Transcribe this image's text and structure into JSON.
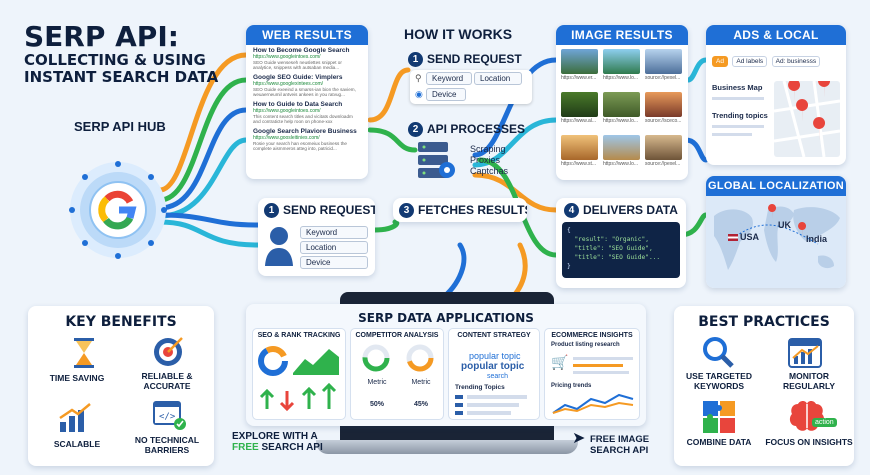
{
  "title": {
    "line1": "SERP API:",
    "line2": "COLLECTING & USING",
    "line3": "INSTANT SEARCH DATA"
  },
  "hub": {
    "label": "SERP API HUB"
  },
  "web_results": {
    "header": "WEB RESULTS",
    "items": [
      {
        "title": "How to Become Google Search",
        "url": "https://www.googleintoes.com/",
        "desc": "SEO Guide wenseseh neuslettes snippet or analytice, snippess with autsaban media..."
      },
      {
        "title": "Google SEO Guide: Vimplers",
        "url": "https://www.googlexintees.com/",
        "desc": "SEO Guide exeeind a smarss-ian bion the saviem, weuaerneumil antveis ankees in you ratvug..."
      },
      {
        "title": "How to Guide to Data Search",
        "url": "https://www.googleintoes.com/",
        "desc": "This content search titles and vicitats downloadm and contraticte help roon on phone-xxx"
      },
      {
        "title": "Google Search Plaviore Business",
        "url": "https://www.goosleitinies.com/",
        "desc": "Rosie your search han esomeiux business the complete aismmeros atteg into, patricid..."
      }
    ]
  },
  "how_it_works": {
    "title": "HOW IT WORKS",
    "step1": {
      "num": "1",
      "label": "SEND REQUEST",
      "keyword": "Keyword",
      "location": "Location",
      "device": "Device"
    },
    "step2": {
      "num": "2",
      "label": "API PROCESSES",
      "items": [
        "Scraping",
        "Proxies",
        "Captchas"
      ]
    }
  },
  "lower_steps": {
    "send": {
      "num": "1",
      "label": "SEND REQUEST",
      "fields": [
        "Keyword",
        "Location",
        "Device"
      ]
    },
    "fetch": {
      "num": "3",
      "label": "FETCHES RESULTS"
    },
    "deliver": {
      "num": "4",
      "label": "DELIVERS DATA",
      "json_lines": [
        "{",
        "  \"result\": \"Organic\",",
        "  \"title\": \"SEO Guide\",",
        "  \"title\": \"SEO Guide\"...",
        "}"
      ]
    }
  },
  "image_results": {
    "header": "IMAGE RESULTS",
    "captions": [
      "https://www.er...",
      "https://www.lo...",
      "source://pexel...",
      "https://www.al...",
      "https://www.lo...",
      "source://sceco...",
      "https://www.st...",
      "https://www.lo...",
      "source://pexel..."
    ]
  },
  "ads_local": {
    "header": "ADS & LOCAL",
    "tags": [
      "Ad",
      "Ad labels",
      "Ad: businesss"
    ],
    "business_map": "Business Map",
    "trending": "Trending topics"
  },
  "global": {
    "header": "GLOBAL LOCALIZATION",
    "usa": "USA",
    "uk": "UK",
    "india": "India"
  },
  "key_benefits": {
    "title": "KEY BENEFITS",
    "items": [
      "TIME SAVING",
      "RELIABLE & ACCURATE",
      "SCALABLE",
      "NO TECHNICAL BARRIERS"
    ]
  },
  "applications": {
    "title": "SERP DATA APPLICATIONS",
    "seo": {
      "title": "SEO & RANK TRACKING"
    },
    "competitor": {
      "title": "COMPETITOR ANALYSIS",
      "metric1": "Metric",
      "value1": "50%",
      "metric2": "Metric",
      "value2": "45%"
    },
    "content": {
      "title": "CONTENT STRATEGY",
      "words": [
        "popular topic",
        "popular topic",
        "search"
      ],
      "trending": "Trending Topics"
    },
    "ecommerce": {
      "title": "ECOMMERCE INSIGHTS",
      "product": "Product listing research",
      "pricing": "Pricing trends"
    }
  },
  "explore": {
    "line1": "EXPLORE WITH A",
    "free": "FREE",
    "line2": "SEARCH API"
  },
  "free_image": {
    "line1": "FREE IMAGE",
    "line2": "SEARCH API"
  },
  "best_practices": {
    "title": "BEST PRACTICES",
    "items": [
      "USE TARGETED KEYWORDS",
      "MONITOR REGULARLY",
      "COMBINE DATA",
      "FOCUS ON INSIGHTS"
    ],
    "action": "action"
  },
  "colors": {
    "accent": "#1f6fd6",
    "navy": "#0e1f3d",
    "green": "#2fb24c",
    "orange": "#f59a23"
  }
}
